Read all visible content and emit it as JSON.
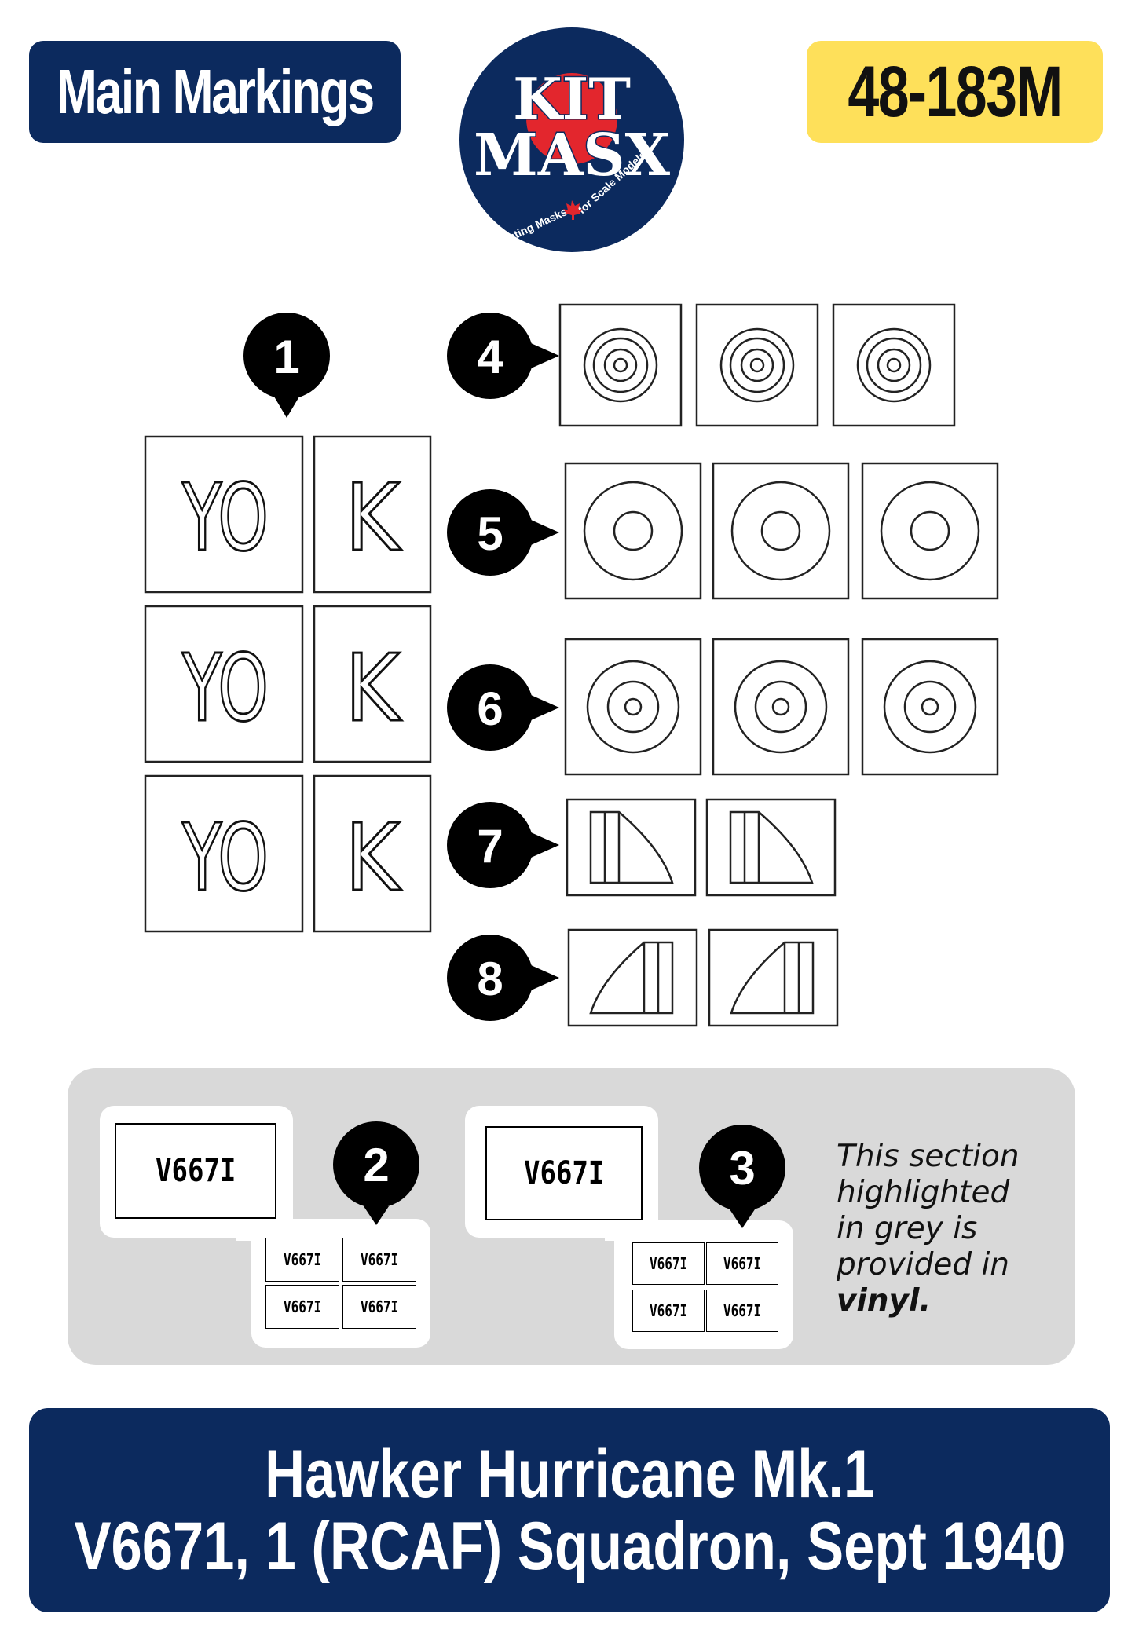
{
  "header": {
    "section_label": "Main Markings",
    "part_number": "48-183M"
  },
  "logo": {
    "line1": "KIT",
    "line2": "MASX",
    "tagline_left": "Painting Masks",
    "tagline_right": "for Scale Models",
    "colors": {
      "background": "#0c2a5e",
      "disc": "#e3262d",
      "text": "#ffffff"
    },
    "icon": "maple-leaf-icon"
  },
  "callouts": [
    "1",
    "2",
    "3",
    "4",
    "5",
    "6",
    "7",
    "8"
  ],
  "letter_masks": {
    "code": "YO",
    "individual": "K",
    "rows": 3
  },
  "roundel_masks": {
    "group_4": {
      "count": 3,
      "rings": 4
    },
    "group_5": {
      "count": 3,
      "rings": 2
    },
    "group_6": {
      "count": 3,
      "rings": 3
    }
  },
  "fin_flash_masks": {
    "group_7": {
      "count": 2,
      "facing": "right"
    },
    "group_8": {
      "count": 2,
      "facing": "left"
    }
  },
  "vinyl_section": {
    "serial": "V667I",
    "note_lines": [
      "This section",
      "highlighted",
      "in grey is",
      "provided in"
    ],
    "note_emphasis": "vinyl."
  },
  "title": {
    "aircraft": "Hawker Hurricane Mk.1",
    "details": "V6671, 1 (RCAF) Squadron, Sept 1940"
  },
  "colors": {
    "navy": "#0c2a5e",
    "yellow": "#fee05a",
    "panel_grey": "#d9d9d9"
  }
}
